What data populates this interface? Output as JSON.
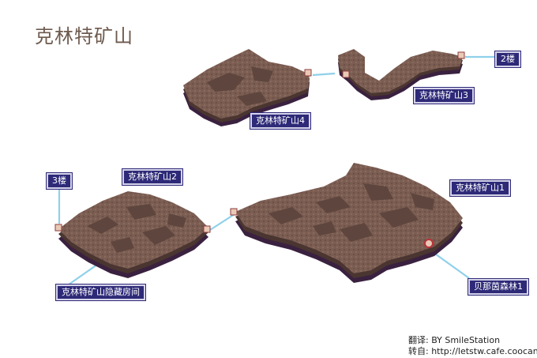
{
  "title": "克林特矿山",
  "labels": {
    "mine1": "克林特矿山1",
    "mine2": "克林特矿山2",
    "mine3": "克林特矿山3",
    "mine4": "克林特矿山4",
    "floor2": "2楼",
    "floor3": "3楼",
    "hidden_room": "克林特矿山隐藏房间",
    "forest": "贝那茵森林1"
  },
  "credits": {
    "translation": "翻译: BY SmileStation",
    "source": "转自: http://letstw.cafe.coocan.jp/"
  },
  "colors": {
    "floor": "#7b5d52",
    "floor_dark": "#5e463e",
    "wall": "#4a3530",
    "shadow": "#3a2140",
    "connector": "#8fd0ea",
    "label_bg": "#2e2a78",
    "title": "#6e5a4e"
  }
}
